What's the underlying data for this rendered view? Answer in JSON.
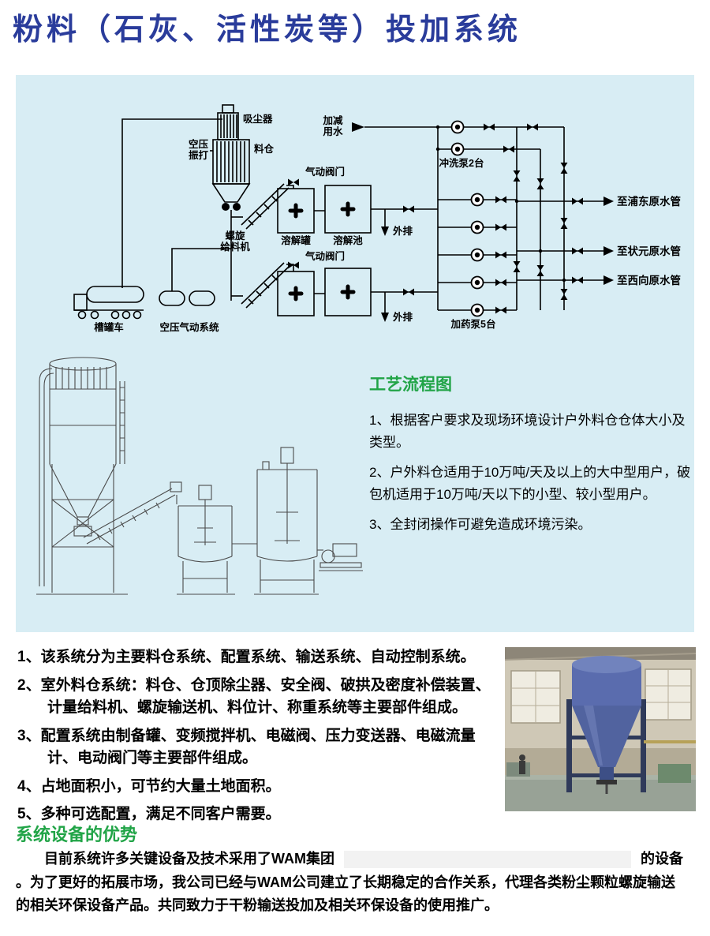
{
  "title": "粉料（石灰、活性炭等）投加系统",
  "colors": {
    "title_blue": "#2a3c9b",
    "heading_green": "#21a447",
    "panel_bg": "#d8edf4"
  },
  "flow_diagram": {
    "labels": {
      "dust_collector": "吸尘器",
      "air_rapping_1": "空压",
      "air_rapping_2": "振打",
      "silo": "料仓",
      "screw_feeder_1": "螺旋",
      "screw_feeder_2": "给料机",
      "water_supply_1": "加减",
      "water_supply_2": "用水",
      "flush_pumps": "冲洗泵2台",
      "pneumatic_valve_top": "气动阀门",
      "pneumatic_valve_bottom": "气动阀门",
      "dissolving_tank": "溶解罐",
      "dissolving_pool": "溶解池",
      "drain_top": "外排",
      "drain_bottom": "外排",
      "dosing_pumps": "加药泵5台",
      "tank_truck": "槽罐车",
      "air_system": "空压气动系统",
      "outlet_1": "至浦东原水管",
      "outlet_2": "至状元原水管",
      "outlet_3": "至西向原水管"
    }
  },
  "process": {
    "heading": "工艺流程图",
    "notes": [
      "1、根据客户要求及现场环境设计户外料仓仓体大小及类型。",
      "2、户外料仓适用于10万吨/天及以上的大中型用户，破包机适用于10万吨/天以下的小型、较小型用户。",
      "3、全封闭操作可避免造成环境污染。"
    ]
  },
  "features": [
    "1、该系统分为主要料仓系统、配置系统、输送系统、自动控制系统。",
    "2、室外料仓系统：料仓、仓顶除尘器、安全阀、破拱及密度补偿装置、计量给料机、螺旋输送机、料位计、称重系统等主要部件组成。",
    "3、配置系统由制备罐、变频搅拌机、电磁阀、压力变送器、电磁流量计、电动阀门等主要部件组成。",
    "4、占地面积小，可节约大量土地面积。",
    "5、多种可选配置，满足不同客户需要。"
  ],
  "advantages": {
    "heading": "系统设备的优势",
    "line1_start": "目前系统许多关键设备及技术采用了WAM集团",
    "line1_end": "的设备",
    "body": "。为了更好的拓展市场，我公司已经与WAM公司建立了长期稳定的合作关系，代理各类粉尘颗粒螺旋输送的相关环保设备产品。共同致力于干粉输送投加及相关环保设备的使用推广。"
  }
}
